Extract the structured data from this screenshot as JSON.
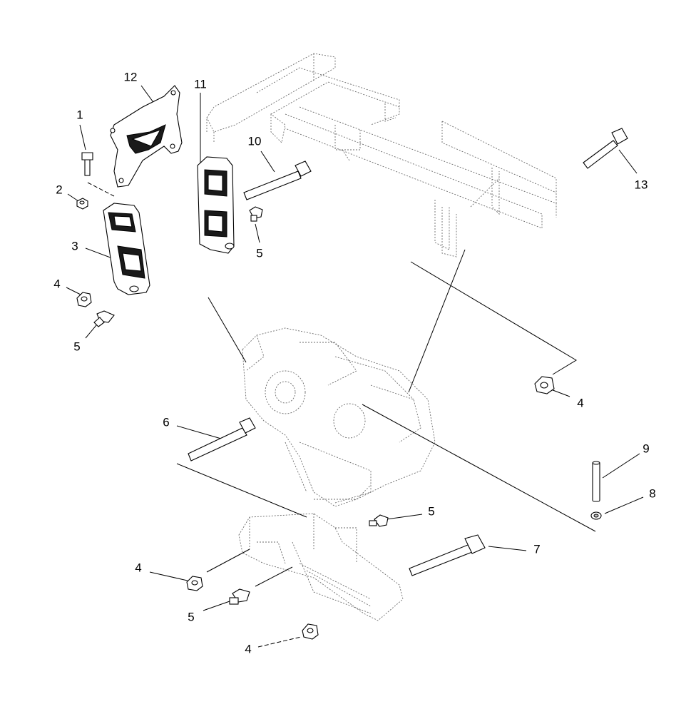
{
  "callouts": [
    {
      "id": "c1",
      "label": "1"
    },
    {
      "id": "c2",
      "label": "2"
    },
    {
      "id": "c3",
      "label": "3"
    },
    {
      "id": "c4a",
      "label": "4"
    },
    {
      "id": "c5a",
      "label": "5"
    },
    {
      "id": "c12",
      "label": "12"
    },
    {
      "id": "c11",
      "label": "11"
    },
    {
      "id": "c10",
      "label": "10"
    },
    {
      "id": "c5b",
      "label": "5"
    },
    {
      "id": "c13",
      "label": "13"
    },
    {
      "id": "c4b",
      "label": "4"
    },
    {
      "id": "c6",
      "label": "6"
    },
    {
      "id": "c9",
      "label": "9"
    },
    {
      "id": "c8",
      "label": "8"
    },
    {
      "id": "c5c",
      "label": "5"
    },
    {
      "id": "c7",
      "label": "7"
    },
    {
      "id": "c4c",
      "label": "4"
    },
    {
      "id": "c5d",
      "label": "5"
    },
    {
      "id": "c4d",
      "label": "4"
    }
  ]
}
